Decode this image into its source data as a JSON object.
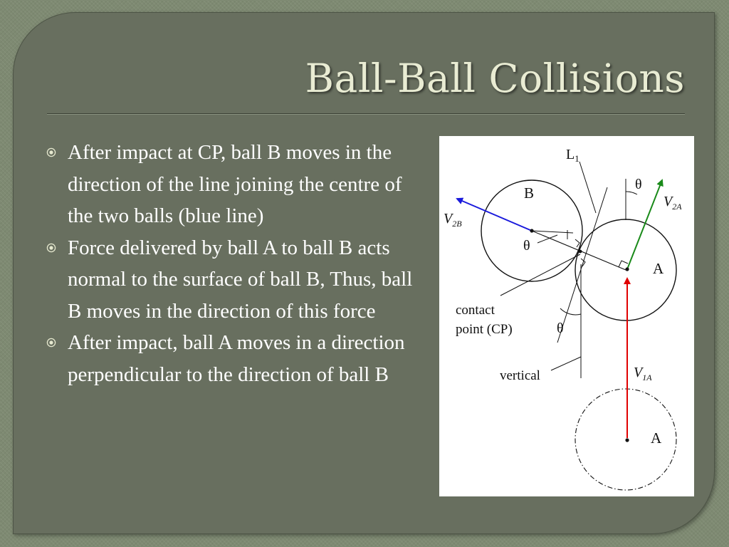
{
  "slide": {
    "title": "Ball-Ball Collisions",
    "bullets": [
      "After impact at CP, ball B moves in the direction of the line joining the centre of the two balls (blue line)",
      "Force delivered by ball A to ball B acts normal to the surface of ball B, Thus, ball B moves in the direction of this force",
      "After impact, ball A moves in a direction perpendicular to the direction of ball B"
    ]
  },
  "diagram": {
    "labels": {
      "ball_b": "B",
      "ball_a": "A",
      "ball_a_initial": "A",
      "line_l1": "L",
      "line_l1_sub": "1",
      "theta": "θ",
      "v2a": "V",
      "v2a_sub": "2A",
      "v2b": "V",
      "v2b_sub": "2B",
      "v1a": "V",
      "v1a_sub": "1A",
      "contact_line1": "contact",
      "contact_line2": "point (CP)",
      "vertical": "vertical"
    },
    "colors": {
      "v1a_arrow": "#e00000",
      "v2a_arrow": "#1a8a1a",
      "v2b_arrow": "#1a1adc",
      "ink": "#111111"
    }
  }
}
